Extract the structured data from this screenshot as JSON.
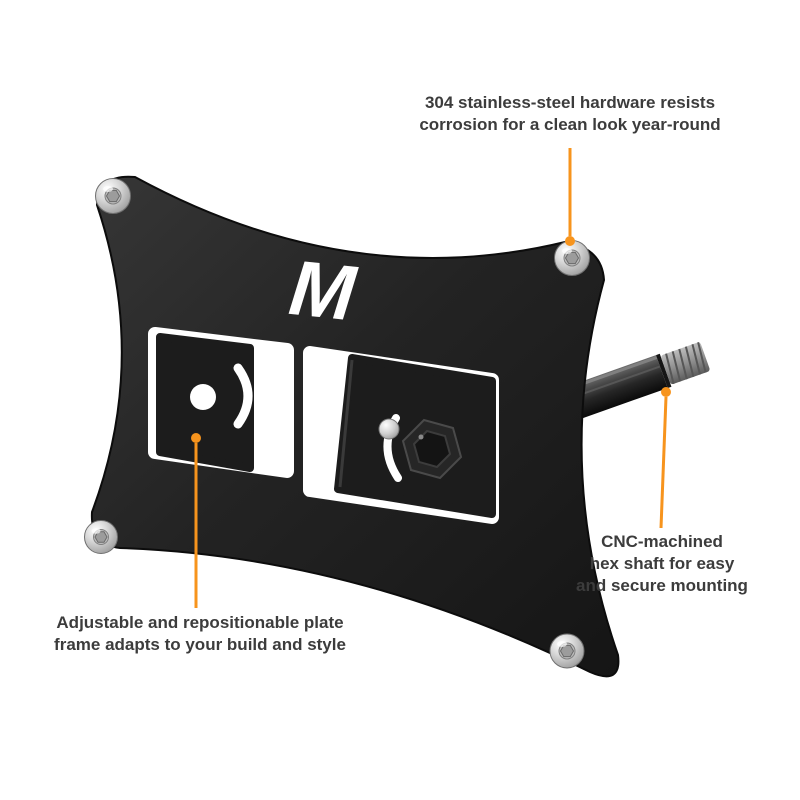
{
  "product": {
    "name": "license-plate-relocation-bracket",
    "logo_text": "M"
  },
  "colors": {
    "accent": "#F7941D",
    "text": "#3C3C3C",
    "plate_black": "#1E1E1E",
    "hardware_silver": "#C9C9C9",
    "background": "#FFFFFF"
  },
  "callouts": [
    {
      "id": "hardware",
      "lines": [
        "304 stainless-steel hardware resists",
        "corrosion for a clean look year-round"
      ]
    },
    {
      "id": "hex-shaft",
      "lines": [
        "CNC-machined",
        "hex shaft for easy",
        "and secure mounting"
      ]
    },
    {
      "id": "plate-frame",
      "lines": [
        "Adjustable and repositionable plate",
        "frame adapts to your build and style"
      ]
    }
  ]
}
